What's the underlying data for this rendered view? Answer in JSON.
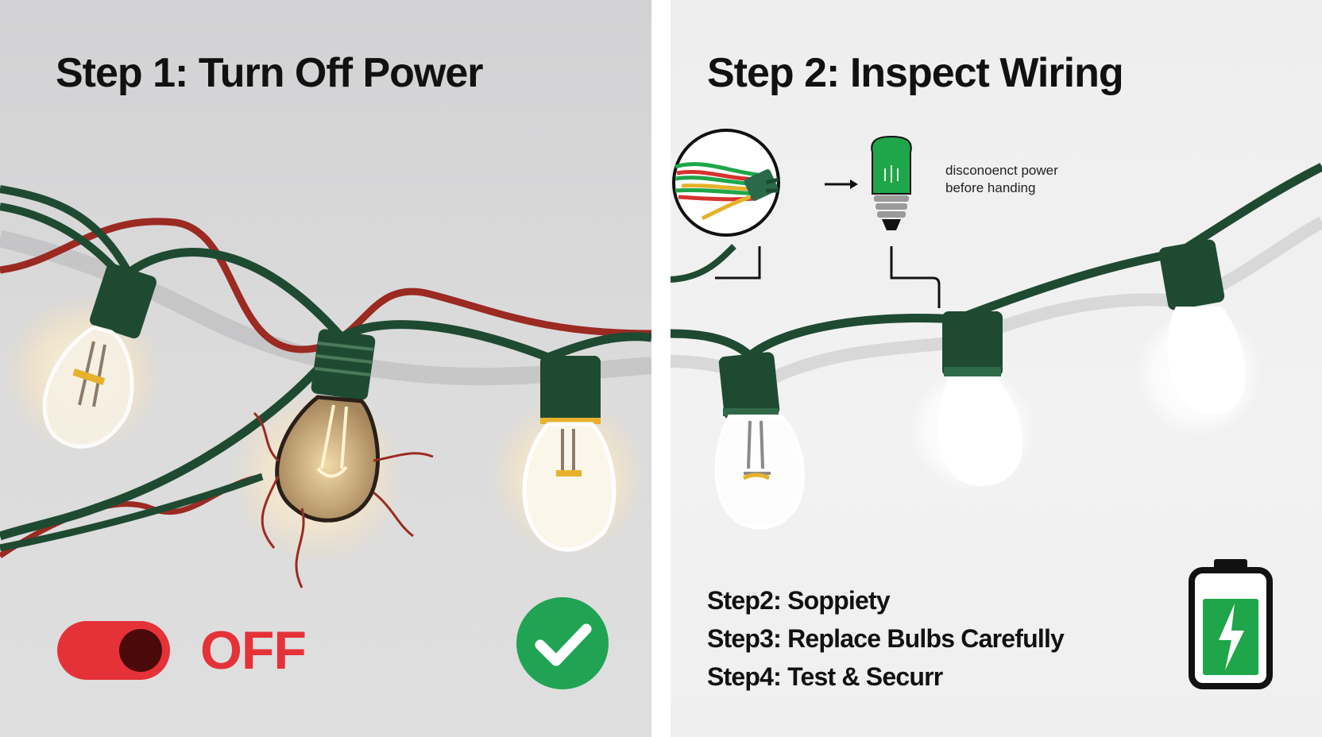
{
  "left_panel": {
    "title": "Step 1: Turn Off Power",
    "toggle_label": "OFF"
  },
  "right_panel": {
    "title": "Step 2: Inspect Wiring",
    "note": [
      "disconoenct power",
      "before handing"
    ],
    "steps": [
      "Step2: Soppiety",
      "Step3: Replace Bulbs Carefully",
      "Step4: Test & Securr"
    ]
  },
  "colors": {
    "cord": "#1f4a32",
    "red_wire": "#9b2a22",
    "toggle_off": "#e53238",
    "check": "#20a454",
    "battery_fill": "#1fa64a"
  },
  "icons": [
    "power-toggle-icon",
    "checkmark-icon",
    "battery-charging-icon",
    "magnifier-icon",
    "bulb-icon",
    "arrow-right-icon"
  ]
}
